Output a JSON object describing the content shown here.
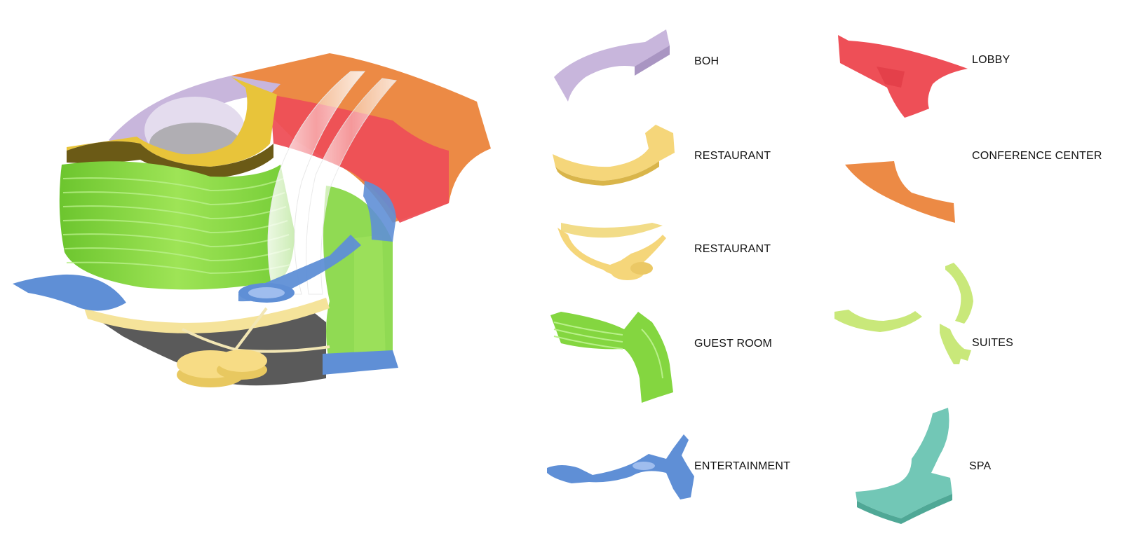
{
  "colors": {
    "boh": "#c8b6dc",
    "restaurant": "#f5d67a",
    "restaurant_gold": "#e0b733",
    "lobby": "#ee4f57",
    "conference_center": "#ec8a45",
    "guest_room": "#84d640",
    "suites": "#c9e87a",
    "entertainment": "#5f8fd6",
    "spa": "#72c7b6",
    "core": "#8a8a8a"
  },
  "legend": [
    {
      "key": "boh",
      "label": "BOH"
    },
    {
      "key": "restaurant_1",
      "label": "RESTAURANT"
    },
    {
      "key": "restaurant_2",
      "label": "RESTAURANT"
    },
    {
      "key": "guest_room",
      "label": "GUEST ROOM"
    },
    {
      "key": "entertainment",
      "label": "ENTERTAINMENT"
    },
    {
      "key": "lobby",
      "label": "LOBBY"
    },
    {
      "key": "conference_center",
      "label": "CONFERENCE CENTER"
    },
    {
      "key": "suites",
      "label": "SUITES"
    },
    {
      "key": "spa",
      "label": "SPA"
    }
  ]
}
